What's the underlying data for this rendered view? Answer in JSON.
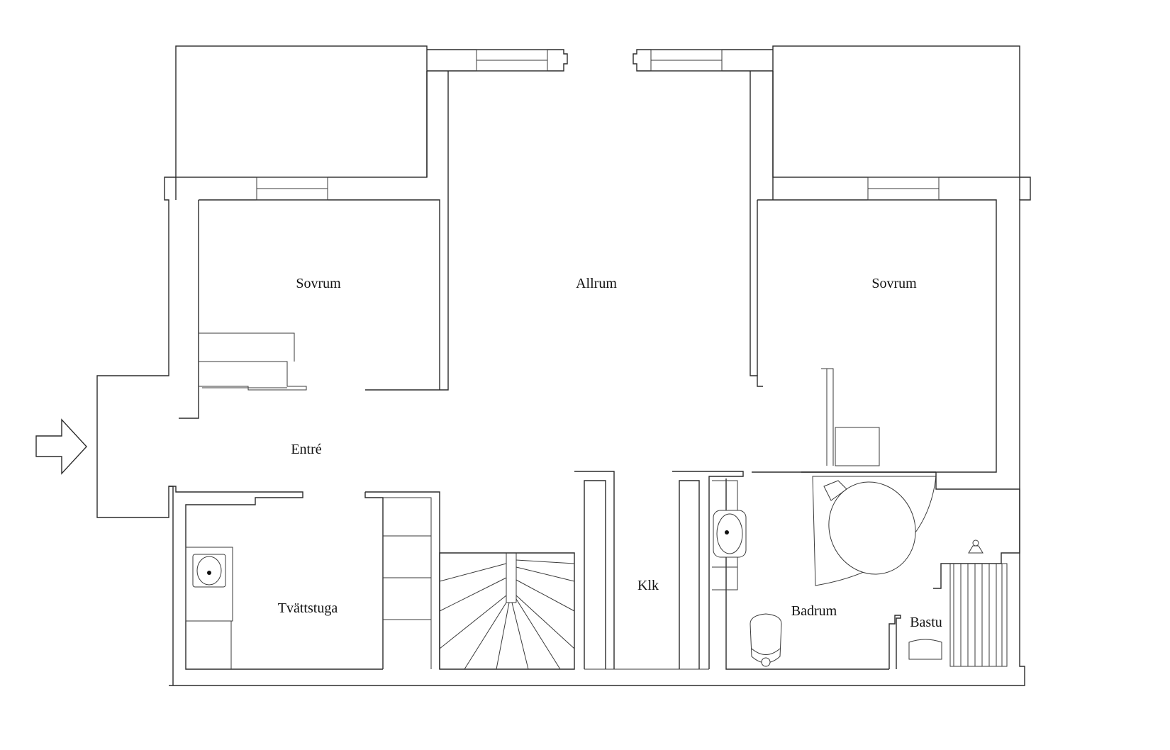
{
  "floor_plan": {
    "rooms": {
      "sovrum_left": "Sovrum",
      "allrum": "Allrum",
      "sovrum_right": "Sovrum",
      "entre": "Entré",
      "tvattstuga": "Tvättstuga",
      "klk": "Klk",
      "badrum": "Badrum",
      "bastu": "Bastu"
    },
    "colors": {
      "line": "#2b2b2b",
      "background": "#ffffff"
    }
  }
}
